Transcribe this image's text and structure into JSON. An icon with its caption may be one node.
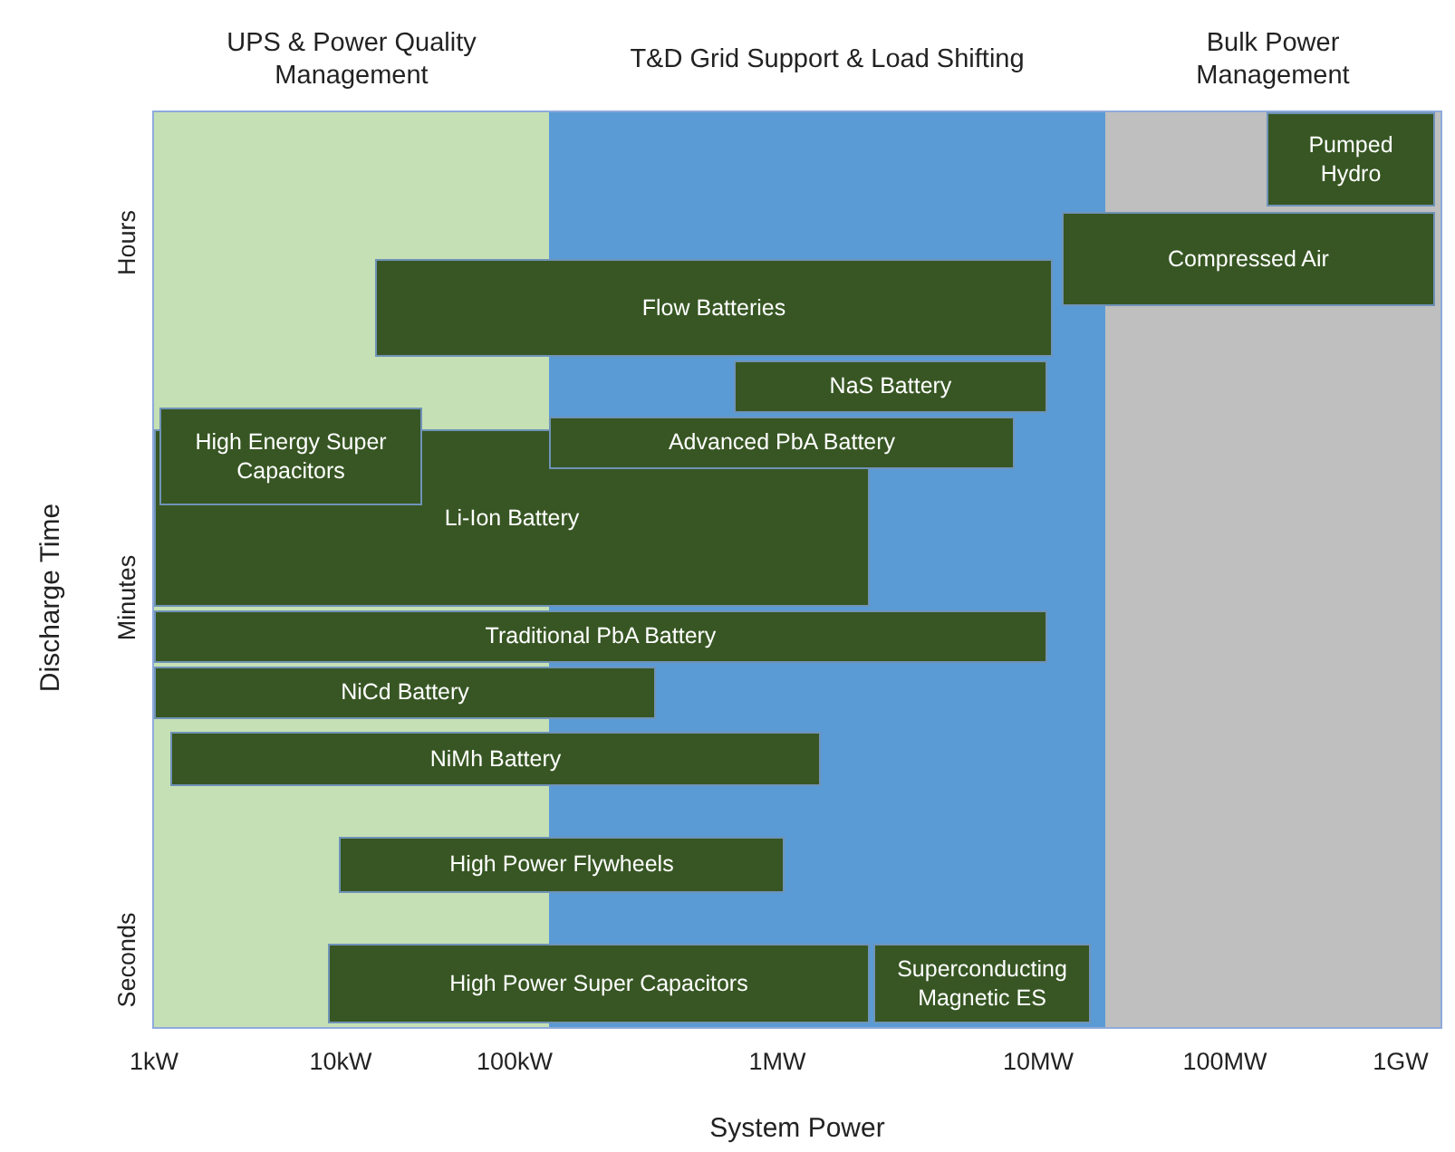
{
  "diagram": {
    "nodes": [
      {
        "text": [
          "UPS & Power Quality Management"
        ]
      },
      {
        "text": [
          "T&D Grid Support & Load Shifting"
        ]
      },
      {
        "text": [
          "Bulk Power Management"
        ]
      },
      {
        "text": [
          "Pumped Hydro"
        ],
        "in": 2
      },
      {
        "text": [
          "Compressed Air"
        ]
      },
      {
        "text": [
          "Flow Batteries"
        ]
      },
      {
        "text": [
          "NaS Battery"
        ],
        "in": 1
      },
      {
        "text": [
          "High Energy Super Capacitors"
        ],
        "in": 0
      },
      {
        "text": [
          "Advanced PbA Battery"
        ],
        "in": 1
      },
      {
        "text": [
          "Li-Ion Battery"
        ]
      },
      {
        "text": [
          "Traditional PbA Battery"
        ]
      },
      {
        "text": [
          "NiCd Battery"
        ]
      },
      {
        "text": [
          "NiMh Battery"
        ]
      },
      {
        "text": [
          "High Power Flywheels"
        ]
      },
      {
        "text": [
          "High Power Super Capacitors"
        ]
      },
      {
        "text": [
          "Superconducting Magnetic ES"
        ],
        "in": 1
      }
    ],
    "edges": [],
    "labels": [
      "Hours",
      "Minutes",
      "Seconds",
      "Discharge Time",
      "1kW",
      "10kW",
      "100kW",
      "1MW",
      "10MW",
      "100MW",
      "1GW",
      "System Power"
    ]
  }
}
